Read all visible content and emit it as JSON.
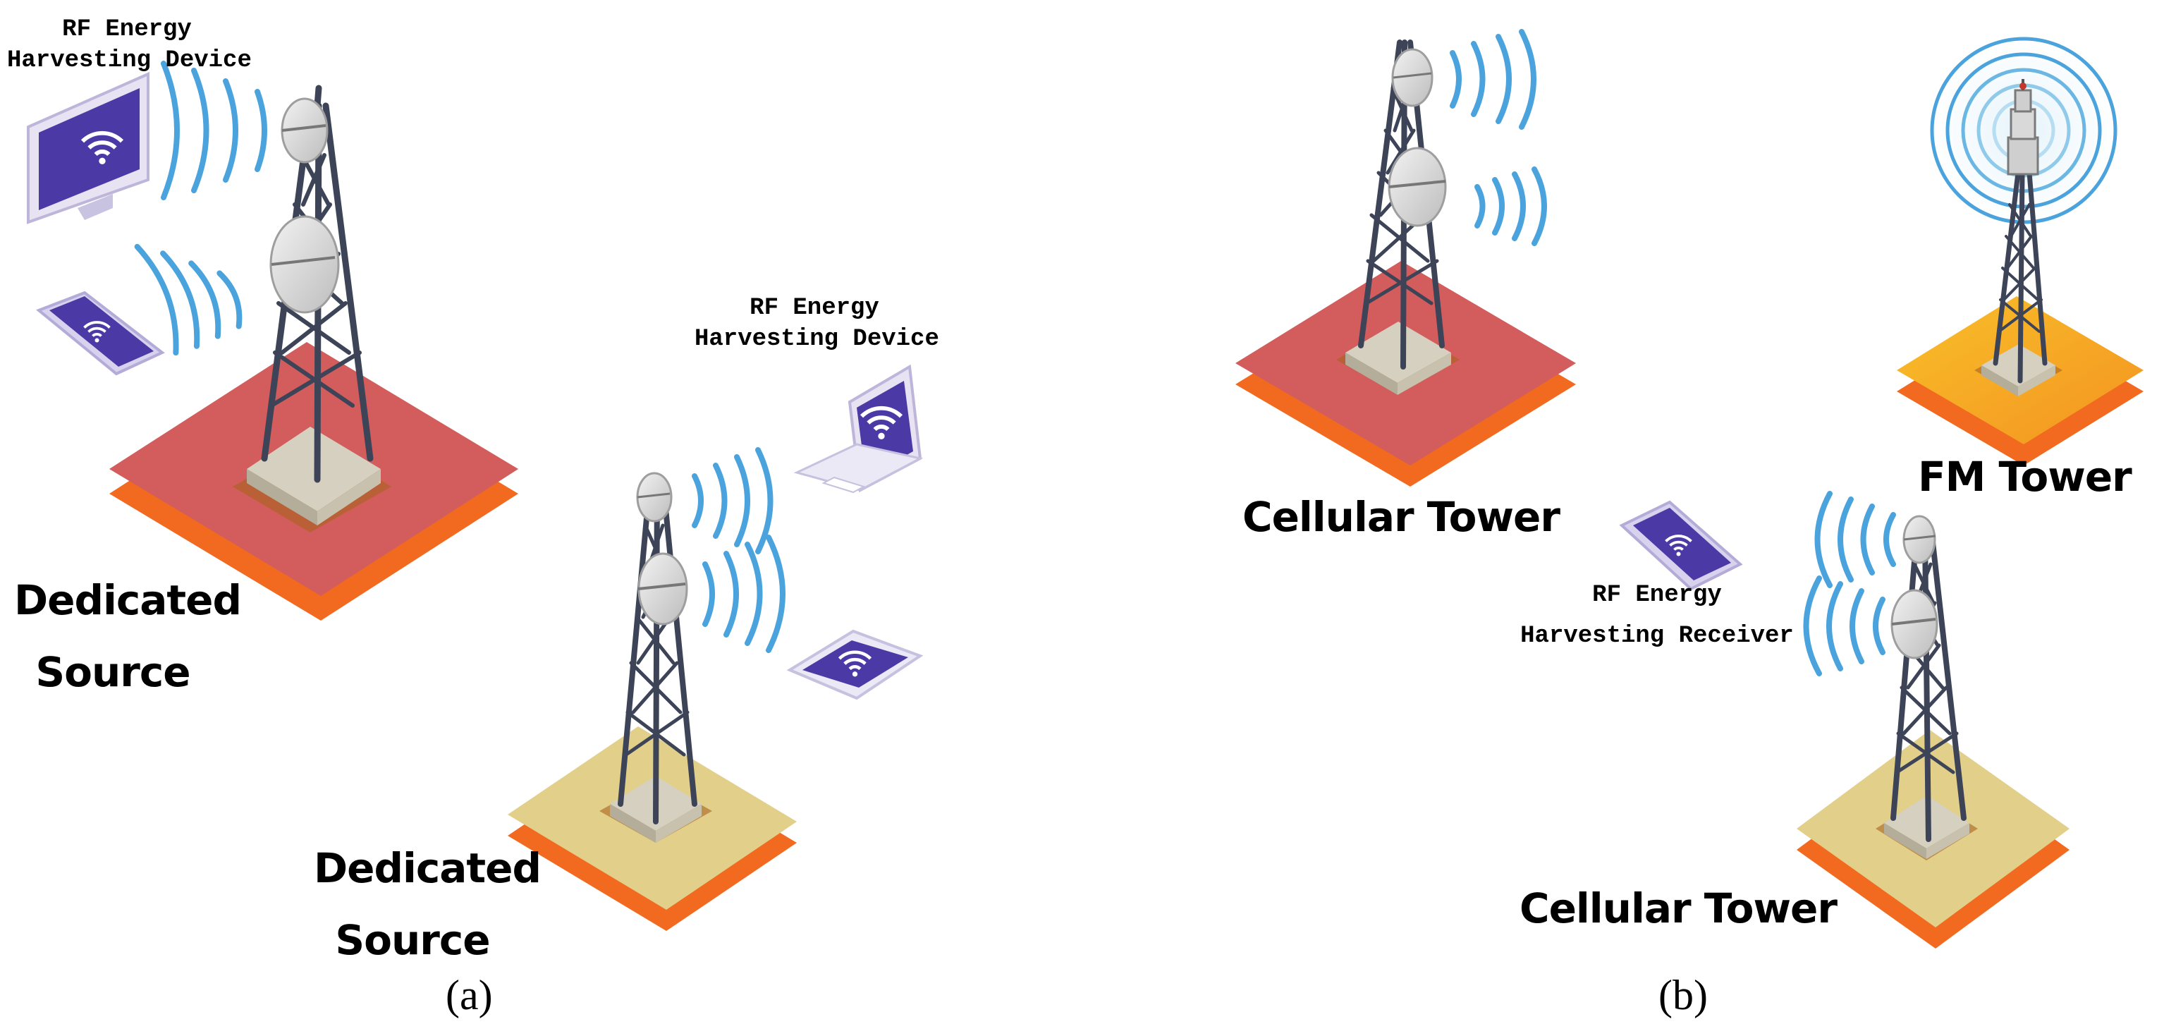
{
  "panel_a": {
    "label_rf_top": [
      "RF Energy",
      "Harvesting Device"
    ],
    "label_rf_mid": [
      "RF Energy",
      "Harvesting Device"
    ],
    "label_source_1": [
      "Dedicated",
      "Source"
    ],
    "label_source_2": [
      "Dedicated",
      "Source"
    ],
    "caption": "(a)"
  },
  "panel_b": {
    "label_cell_1": "Cellular Tower",
    "label_fm": "FM Tower",
    "label_cell_2": "Cellular Tower",
    "label_receiver": [
      "RF Energy",
      "Harvesting Receiver"
    ],
    "caption": "(b)"
  },
  "colors": {
    "red_platform": "#d35c5c",
    "orange_side": "#f26a1f",
    "tan_platform": "#e2cf8a",
    "fm_platform": "#f7a325",
    "wave_blue": "#4aa3dc",
    "device_purple": "#4b3aa6",
    "tower_steel": "#3d4457"
  }
}
